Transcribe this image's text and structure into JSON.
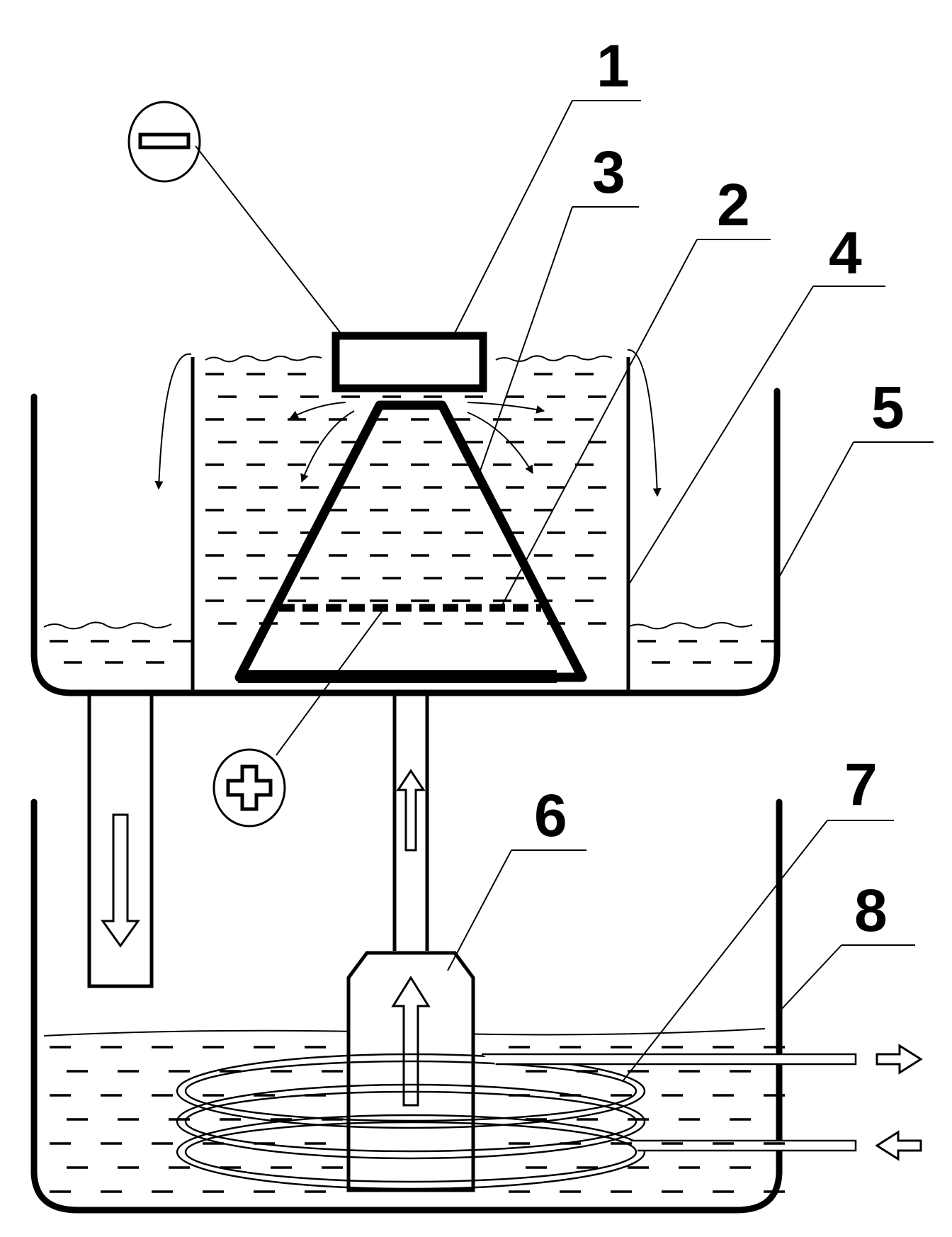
{
  "callouts": [
    {
      "id": "c1",
      "label": "1"
    },
    {
      "id": "c2",
      "label": "2"
    },
    {
      "id": "c3",
      "label": "3"
    },
    {
      "id": "c4",
      "label": "4"
    },
    {
      "id": "c5",
      "label": "5"
    },
    {
      "id": "c6",
      "label": "6"
    },
    {
      "id": "c7",
      "label": "7"
    },
    {
      "id": "c8",
      "label": "8"
    }
  ],
  "terminals": {
    "negative_icon": "minus-sign-icon",
    "positive_icon": "plus-sign-icon"
  },
  "colors": {
    "ink": "#000000",
    "background": "#ffffff"
  }
}
